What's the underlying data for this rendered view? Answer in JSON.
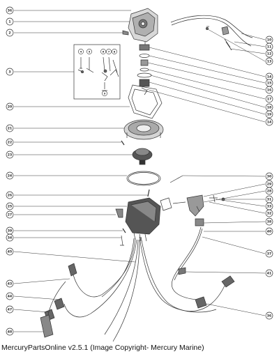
{
  "diagram": {
    "parts_left": [
      "36",
      "1",
      "2",
      "3",
      "20",
      "21",
      "22",
      "23",
      "24",
      "26",
      "25",
      "27",
      "39",
      "34",
      "45",
      "43",
      "44",
      "47",
      "48"
    ],
    "parts_right": [
      "10",
      "11",
      "12",
      "13",
      "14",
      "15",
      "16",
      "17",
      "18",
      "19",
      "14",
      "30",
      "29",
      "28",
      "31",
      "33",
      "32",
      "38",
      "40",
      "37",
      "41",
      "36"
    ],
    "inset_labels": [
      "4",
      "5",
      "6",
      "7",
      "8",
      "9"
    ]
  },
  "caption": {
    "text": "MercuryPartsOnline v2.5.1 (Image Copyright- Mercury Marine)"
  },
  "colors": {
    "line": "#333333",
    "fill_dark": "#444444",
    "fill_mid": "#888888",
    "fill_light": "#cccccc"
  }
}
